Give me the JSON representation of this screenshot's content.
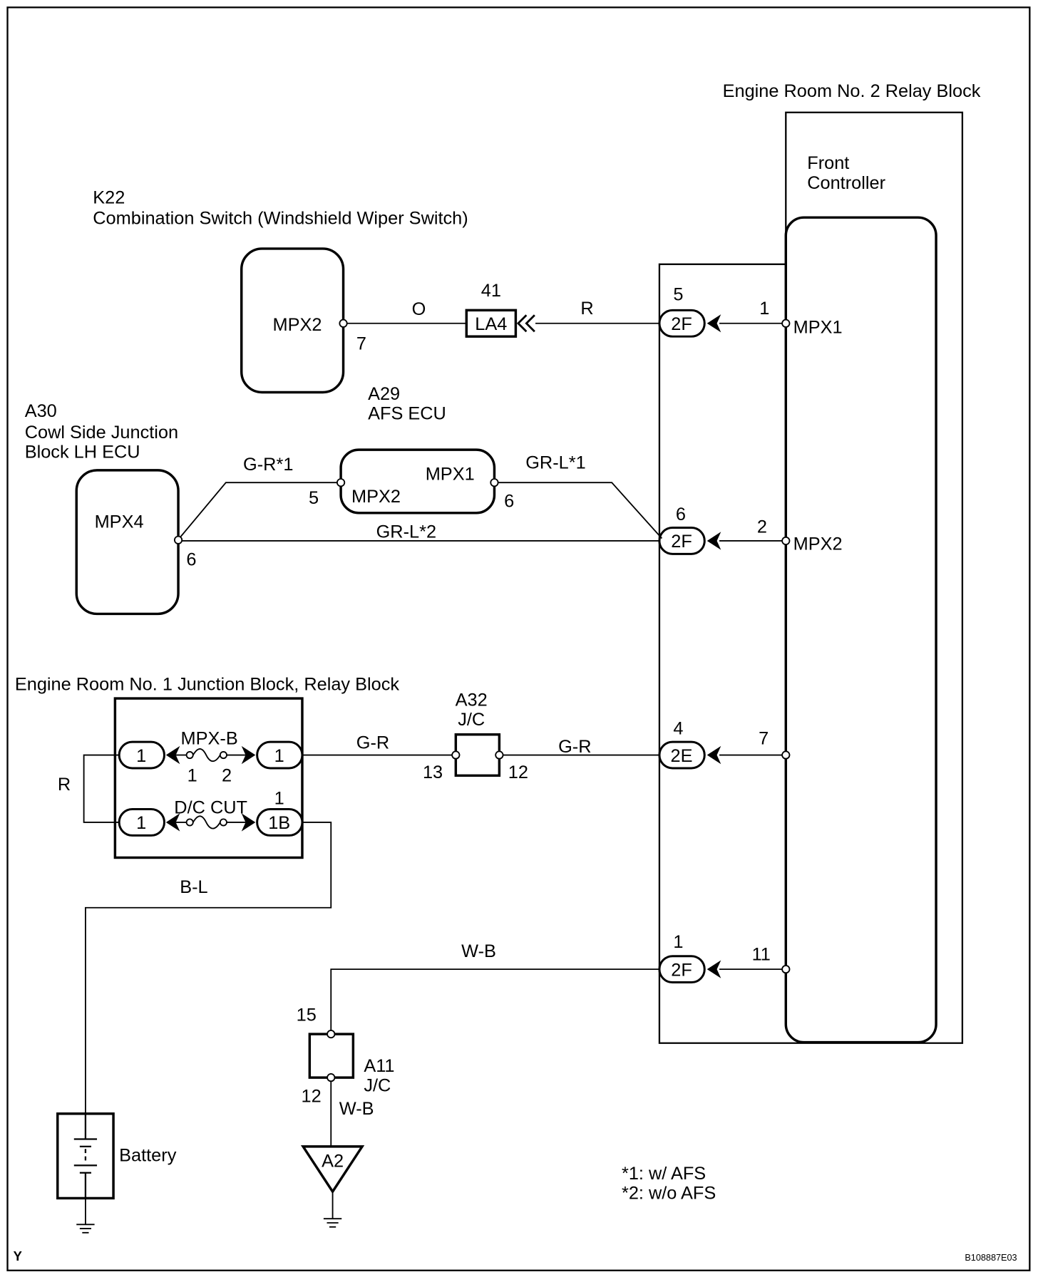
{
  "diagram": {
    "corner_mark": "Y",
    "figure_id": "B108887E03",
    "notes": [
      "*1: w/ AFS",
      "*2: w/o AFS"
    ]
  },
  "relay_block_2": {
    "title": "Engine Room No. 2 Relay Block",
    "controller_line1": "Front",
    "controller_line2": "Controller",
    "rows": [
      {
        "connector": "2F",
        "connector_pin": "5",
        "controller_pin": "1",
        "terminal": "MPX1"
      },
      {
        "connector": "2F",
        "connector_pin": "6",
        "controller_pin": "2",
        "terminal": "MPX2"
      },
      {
        "connector": "2E",
        "connector_pin": "4",
        "controller_pin": "7"
      },
      {
        "connector": "2F",
        "connector_pin": "1",
        "controller_pin": "11"
      }
    ]
  },
  "k22": {
    "code": "K22",
    "name": "Combination Switch (Windshield Wiper Switch)",
    "terminal": "MPX2",
    "pin": "7"
  },
  "la4": {
    "code": "LA4",
    "pin": "41"
  },
  "a29": {
    "code": "A29",
    "name": "AFS ECU",
    "terminal_out": "MPX1",
    "terminal_in": "MPX2",
    "pin_in": "5",
    "pin_out": "6"
  },
  "a30": {
    "code": "A30",
    "name_line1": "Cowl Side Junction",
    "name_line2": "Block LH ECU",
    "terminal": "MPX4",
    "pin": "6"
  },
  "junction_block_1": {
    "title": "Engine Room No. 1 Junction Block, Relay Block",
    "fuses": [
      {
        "name": "MPX-B",
        "left_connector": "1",
        "right_connector": "1",
        "pin_left": "1",
        "pin_right": "2"
      },
      {
        "name": "D/C CUT",
        "left_connector": "1",
        "right_connector": "1B",
        "pin_above": "1"
      }
    ]
  },
  "a32": {
    "code": "A32",
    "type": "J/C",
    "pin_in": "13",
    "pin_out": "12"
  },
  "a11": {
    "code": "A11",
    "type": "J/C",
    "pin_top": "15",
    "pin_bottom": "12"
  },
  "battery": {
    "label": "Battery"
  },
  "ground_a2": {
    "code": "A2"
  },
  "wires": {
    "k22_to_la4": "O",
    "la4_to_relay": "R",
    "a30_to_a29": "G-R*1",
    "a29_to_relay": "GR-L*1",
    "a30_to_relay": "GR-L*2",
    "fuse_loop": "R",
    "jb_to_a32": "G-R",
    "a32_to_relay": "G-R",
    "battery_feed": "B-L",
    "relay_to_a11": "W-B",
    "a11_to_ground": "W-B"
  }
}
